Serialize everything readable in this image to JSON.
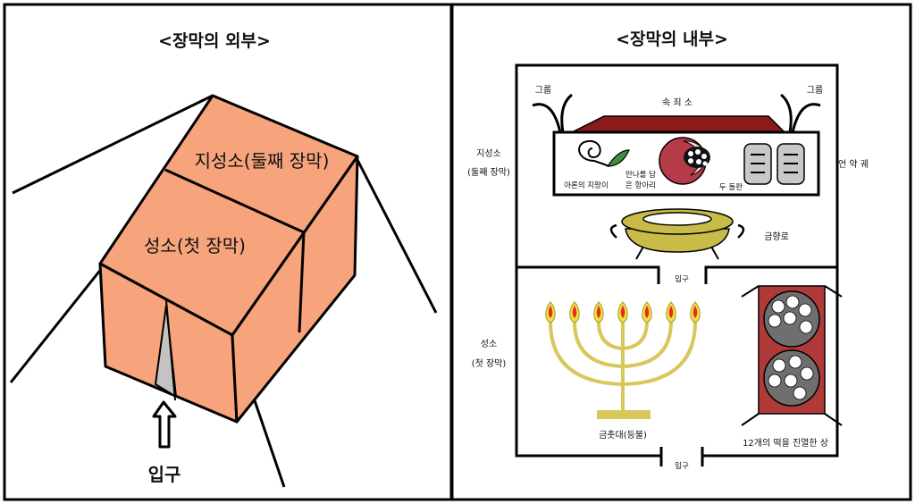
{
  "exterior": {
    "title": "<장막의 외부>",
    "holy_of_holies_label": "지성소(둘째 장막)",
    "holy_place_label": "성소(첫 장막)",
    "entrance_label": "입구"
  },
  "interior": {
    "title": "<장막의 내부>",
    "cherub_left": "그룹",
    "cherub_right": "그룹",
    "mercy_seat": "속 죄 소",
    "holy_of_holies_line1": "지성소",
    "holy_of_holies_line2": "(둘째 장막)",
    "ark": "언 약 궤",
    "aarons_rod": "아론의 지팡이",
    "manna_line1": "만나를 담",
    "manna_line2": "은 항아리",
    "two_tablets": "두 돌판",
    "incense_altar": "금향로",
    "inner_entrance": "입구",
    "holy_place_line1": "성소",
    "holy_place_line2": "(첫 장막)",
    "lampstand": "금촛대(등불)",
    "showbread_table": "12개의 떡을 진열한 상",
    "outer_entrance": "입구"
  },
  "colors": {
    "tent_fill": "#f7a47c",
    "door_gray": "#c3c3c3",
    "mercy_seat": "#8b1a1a",
    "manna_jar": "#b73a48",
    "gold": "#c8bb47",
    "gold_line": "#d6c85a",
    "flame_red": "#e03020",
    "flame_yellow": "#f2e040",
    "table_red": "#b03a3a",
    "bread_gray": "#6f6f6f",
    "leaf_green": "#3f8f3f",
    "tablet_gray": "#c8c8c8"
  }
}
